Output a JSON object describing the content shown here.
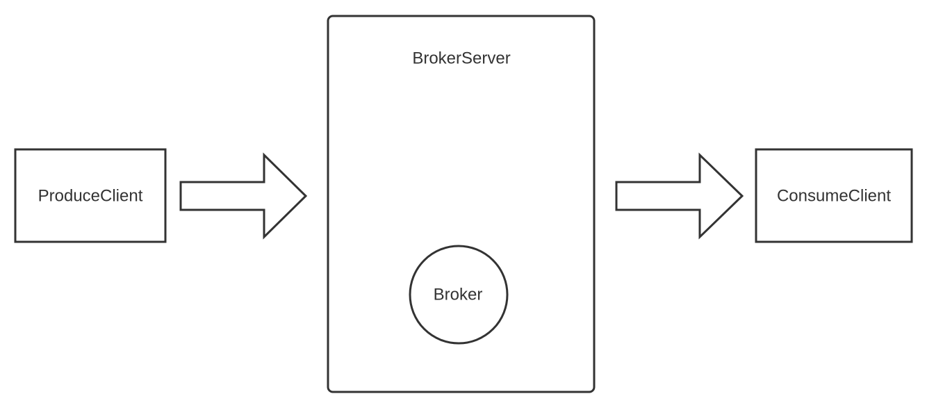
{
  "nodes": {
    "producer": {
      "label": "ProduceClient"
    },
    "server": {
      "label": "BrokerServer"
    },
    "broker": {
      "label": "Broker"
    },
    "consumer": {
      "label": "ConsumeClient"
    }
  },
  "edges": [
    {
      "from": "producer",
      "to": "server"
    },
    {
      "from": "server",
      "to": "consumer"
    }
  ],
  "colors": {
    "stroke": "#333333",
    "fill": "#ffffff",
    "text": "#333333"
  }
}
